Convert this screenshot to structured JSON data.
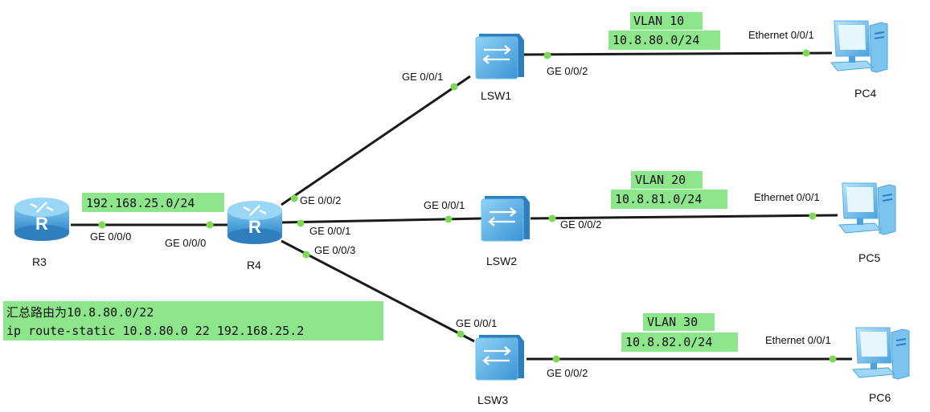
{
  "colors": {
    "label_bg": "#8ee68c",
    "port_dot": "#7ed957",
    "device_blue": "#3a9bd8",
    "link": "#1a1a1a"
  },
  "devices": {
    "r3": {
      "name": "R3",
      "icon": "router-icon"
    },
    "r4": {
      "name": "R4",
      "icon": "router-icon"
    },
    "lsw1": {
      "name": "LSW1",
      "icon": "switch-icon"
    },
    "lsw2": {
      "name": "LSW2",
      "icon": "switch-icon"
    },
    "lsw3": {
      "name": "LSW3",
      "icon": "switch-icon"
    },
    "pc4": {
      "name": "PC4",
      "icon": "pc-icon"
    },
    "pc5": {
      "name": "PC5",
      "icon": "pc-icon"
    },
    "pc6": {
      "name": "PC6",
      "icon": "pc-icon"
    }
  },
  "ports": {
    "r3_ge000": "GE 0/0/0",
    "r4_ge000": "GE 0/0/0",
    "r4_ge002": "GE 0/0/2",
    "r4_ge001": "GE 0/0/1",
    "r4_ge003": "GE 0/0/3",
    "lsw1_ge001": "GE 0/0/1",
    "lsw1_ge002": "GE 0/0/2",
    "lsw2_ge001": "GE 0/0/1",
    "lsw2_ge002": "GE 0/0/2",
    "lsw3_ge001": "GE 0/0/1",
    "lsw3_ge002": "GE 0/0/2",
    "pc4_eth": "Ethernet 0/0/1",
    "pc5_eth": "Ethernet 0/0/1",
    "pc6_eth": "Ethernet 0/0/1"
  },
  "networks": {
    "r3_r4": "192.168.25.0/24",
    "vlan10": {
      "vlan": "VLAN 10",
      "subnet": "10.8.80.0/24"
    },
    "vlan20": {
      "vlan": "VLAN 20",
      "subnet": "10.8.81.0/24"
    },
    "vlan30": {
      "vlan": "VLAN 30",
      "subnet": "10.8.82.0/24"
    }
  },
  "note": {
    "line1": "汇总路由为10.8.80.0/22",
    "line2": "ip route-static 10.8.80.0 22 192.168.25.2"
  }
}
